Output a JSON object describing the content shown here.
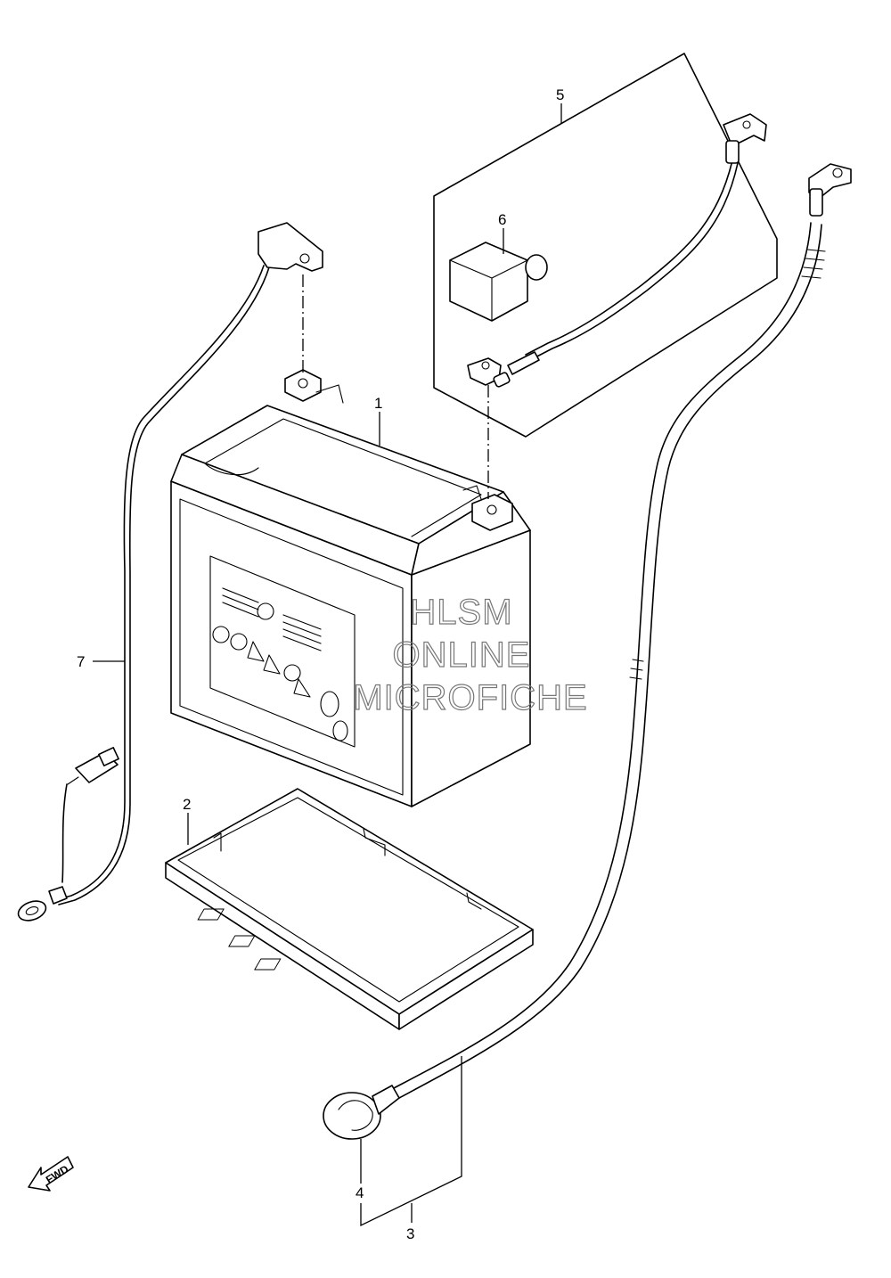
{
  "callouts": {
    "c1": "1",
    "c2": "2",
    "c3": "3",
    "c4": "4",
    "c5": "5",
    "c6": "6",
    "c7": "7"
  },
  "watermark": {
    "line1": "HLSM",
    "line2": "ONLINE",
    "line3": "MICROFICHE"
  },
  "fwd_label": "FWD",
  "parts": [
    {
      "ref": "1",
      "name": "battery"
    },
    {
      "ref": "2",
      "name": "battery-tray"
    },
    {
      "ref": "3",
      "name": "negative-cable-assembly"
    },
    {
      "ref": "4",
      "name": "terminal-cover"
    },
    {
      "ref": "5",
      "name": "positive-cable-assembly"
    },
    {
      "ref": "6",
      "name": "terminal-boot"
    },
    {
      "ref": "7",
      "name": "harness-lead"
    }
  ]
}
